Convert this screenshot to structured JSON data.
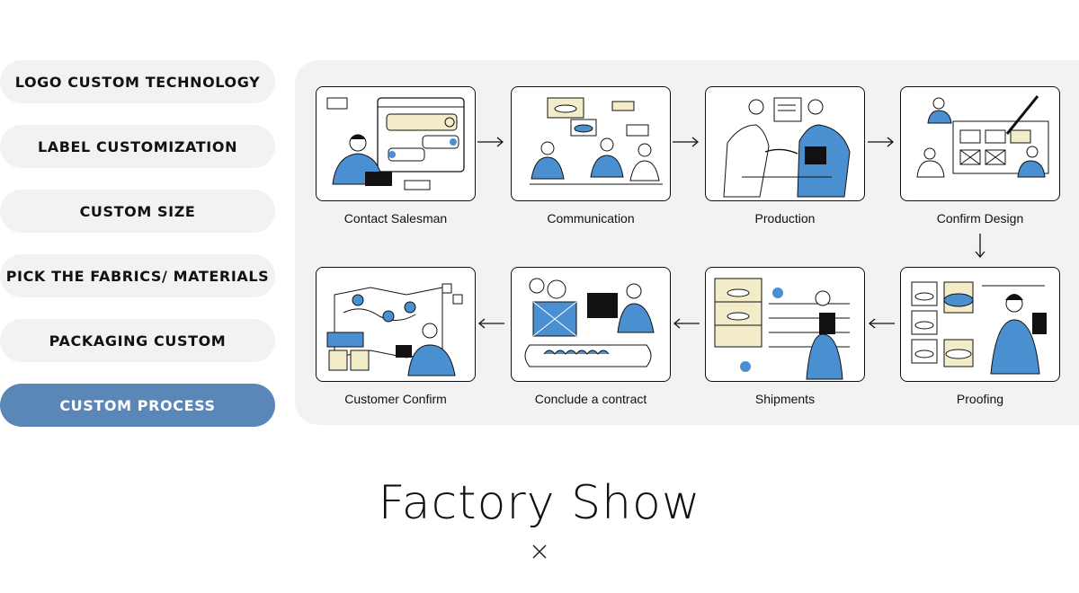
{
  "menu": {
    "items": [
      {
        "label": "LOGO CUSTOM TECHNOLOGY",
        "active": false
      },
      {
        "label": "LABEL CUSTOMIZATION",
        "active": false
      },
      {
        "label": "CUSTOM SIZE",
        "active": false
      },
      {
        "label": "PICK THE FABRICS/ MATERIALS",
        "active": false
      },
      {
        "label": "PACKAGING CUSTOM",
        "active": false
      },
      {
        "label": "CUSTOM PROCESS",
        "active": true
      }
    ]
  },
  "process": {
    "steps": [
      {
        "label": "Contact Salesman",
        "illustration": "person-laptop-chat-icon"
      },
      {
        "label": "Communication",
        "illustration": "team-meeting-icon"
      },
      {
        "label": "Production",
        "illustration": "handshake-icon"
      },
      {
        "label": "Confirm Design",
        "illustration": "design-board-icon"
      },
      {
        "label": "Proofing",
        "illustration": "hat-samples-icon"
      },
      {
        "label": "Shipments",
        "illustration": "warehouse-worker-icon"
      },
      {
        "label": "Conclude a contract",
        "illustration": "conveyor-icon"
      },
      {
        "label": "Customer Confirm",
        "illustration": "map-delivery-icon"
      }
    ]
  },
  "footer": {
    "title": "Factory Show",
    "close_icon": "close-icon"
  },
  "colors": {
    "accent": "#5b86b8",
    "illustration_blue": "#4a90d0",
    "illustration_yellow": "#f3ecc8",
    "panel_bg": "#f2f2f2"
  }
}
